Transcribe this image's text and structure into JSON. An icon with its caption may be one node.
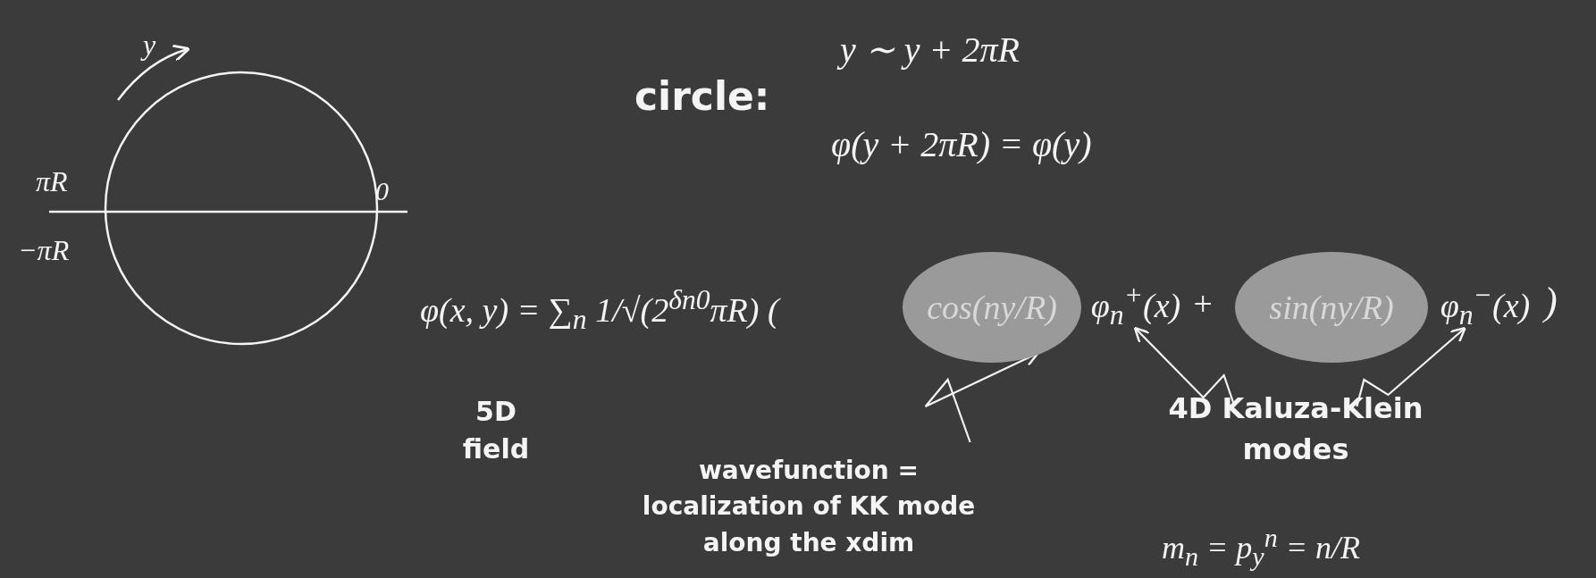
{
  "diagram": {
    "nodes": [
      {
        "text": [
          "cos(ny/R)"
        ]
      },
      {
        "text": [
          "φ$_{n}$$^{+}$(x)"
        ]
      },
      {
        "text": [
          "sin(ny/R)"
        ]
      },
      {
        "text": [
          "φ$_{n}$$^{−}$(x)"
        ]
      },
      {
        "text": [
          "wavefunction = localization of KK mode along the xdim"
        ]
      },
      {
        "text": [
          "4D Kaluza-Klein modes"
        ]
      }
    ],
    "edges": [
      {
        "from": 4,
        "to": 0,
        "arrow": "to"
      },
      {
        "from": 5,
        "to": 1,
        "arrow": "to"
      },
      {
        "from": 5,
        "to": 3,
        "arrow": "to"
      }
    ],
    "labels": [
      "y",
      "πR",
      "0",
      "−πR",
      "circle:",
      "y ∼ y + 2πR",
      "φ(y + 2πR) = φ(y)",
      "φ(x, y) = ∑$_{n}$ 1/√(2$^{δn0}$πR) (",
      "+",
      ")",
      "5D field",
      "m$_{n}$ = p$_{y}$$^{n}$ = n/R"
    ]
  }
}
